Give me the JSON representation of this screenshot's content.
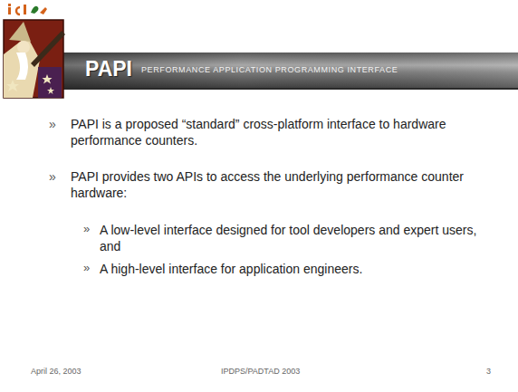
{
  "diagram": {
    "nodes": [
      {
        "text": [
          "PAPI",
          "PERFORMANCE APPLICATION PROGRAMMING INTERFACE"
        ]
      }
    ],
    "labels": [
      "»",
      "PAPI is a proposed “standard” cross-platform interface to hardware performance counters.",
      "»",
      "PAPI provides two APIs to access the underlying performance counter hardware:",
      "»",
      "A low-level interface designed for tool developers and expert users, and",
      "»",
      "A high-level interface for application engineers.",
      "April 26, 2003",
      "IPDPS/PADTAD 2003",
      "3"
    ]
  }
}
